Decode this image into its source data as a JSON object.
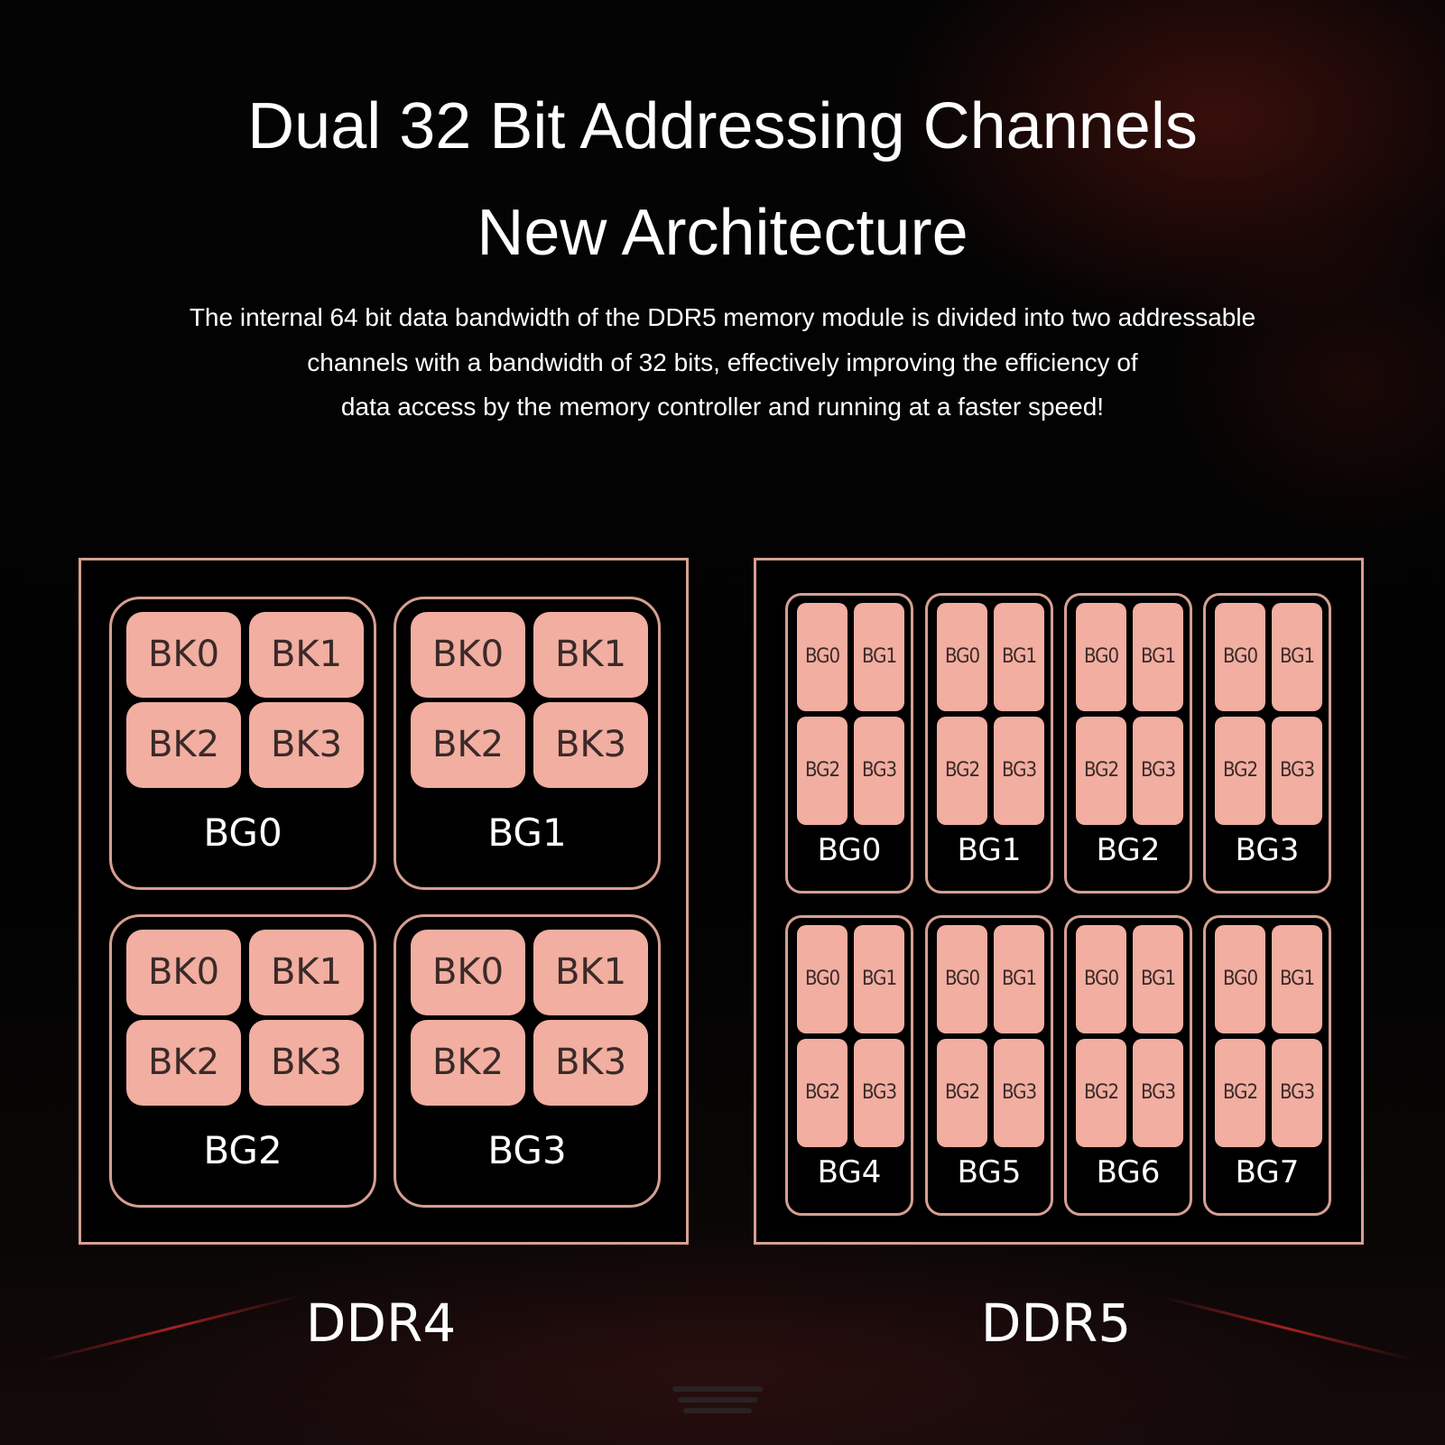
{
  "title_line1": "Dual 32 Bit Addressing Channels",
  "title_line2": "New Architecture",
  "description": [
    "The internal 64 bit data bandwidth of the DDR5 memory module is divided into two addressable",
    "channels with a bandwidth of 32 bits, effectively improving the efficiency of",
    "data access by the memory controller and running at a faster speed!"
  ],
  "ddr4": {
    "label": "DDR4",
    "groups": [
      {
        "label": "BG0",
        "banks": [
          "BK0",
          "BK1",
          "BK2",
          "BK3"
        ]
      },
      {
        "label": "BG1",
        "banks": [
          "BK0",
          "BK1",
          "BK2",
          "BK3"
        ]
      },
      {
        "label": "BG2",
        "banks": [
          "BK0",
          "BK1",
          "BK2",
          "BK3"
        ]
      },
      {
        "label": "BG3",
        "banks": [
          "BK0",
          "BK1",
          "BK2",
          "BK3"
        ]
      }
    ]
  },
  "ddr5": {
    "label": "DDR5",
    "groups": [
      {
        "label": "BG0",
        "banks": [
          "BG0",
          "BG1",
          "BG2",
          "BG3"
        ]
      },
      {
        "label": "BG1",
        "banks": [
          "BG0",
          "BG1",
          "BG2",
          "BG3"
        ]
      },
      {
        "label": "BG2",
        "banks": [
          "BG0",
          "BG1",
          "BG2",
          "BG3"
        ]
      },
      {
        "label": "BG3",
        "banks": [
          "BG0",
          "BG1",
          "BG2",
          "BG3"
        ]
      },
      {
        "label": "BG4",
        "banks": [
          "BG0",
          "BG1",
          "BG2",
          "BG3"
        ]
      },
      {
        "label": "BG5",
        "banks": [
          "BG0",
          "BG1",
          "BG2",
          "BG3"
        ]
      },
      {
        "label": "BG6",
        "banks": [
          "BG0",
          "BG1",
          "BG2",
          "BG3"
        ]
      },
      {
        "label": "BG7",
        "banks": [
          "BG0",
          "BG1",
          "BG2",
          "BG3"
        ]
      }
    ]
  },
  "colors": {
    "bank_fill": "#f1aea1",
    "border": "#d69f92",
    "bank_text": "#3b2a28",
    "background": "#000000"
  }
}
